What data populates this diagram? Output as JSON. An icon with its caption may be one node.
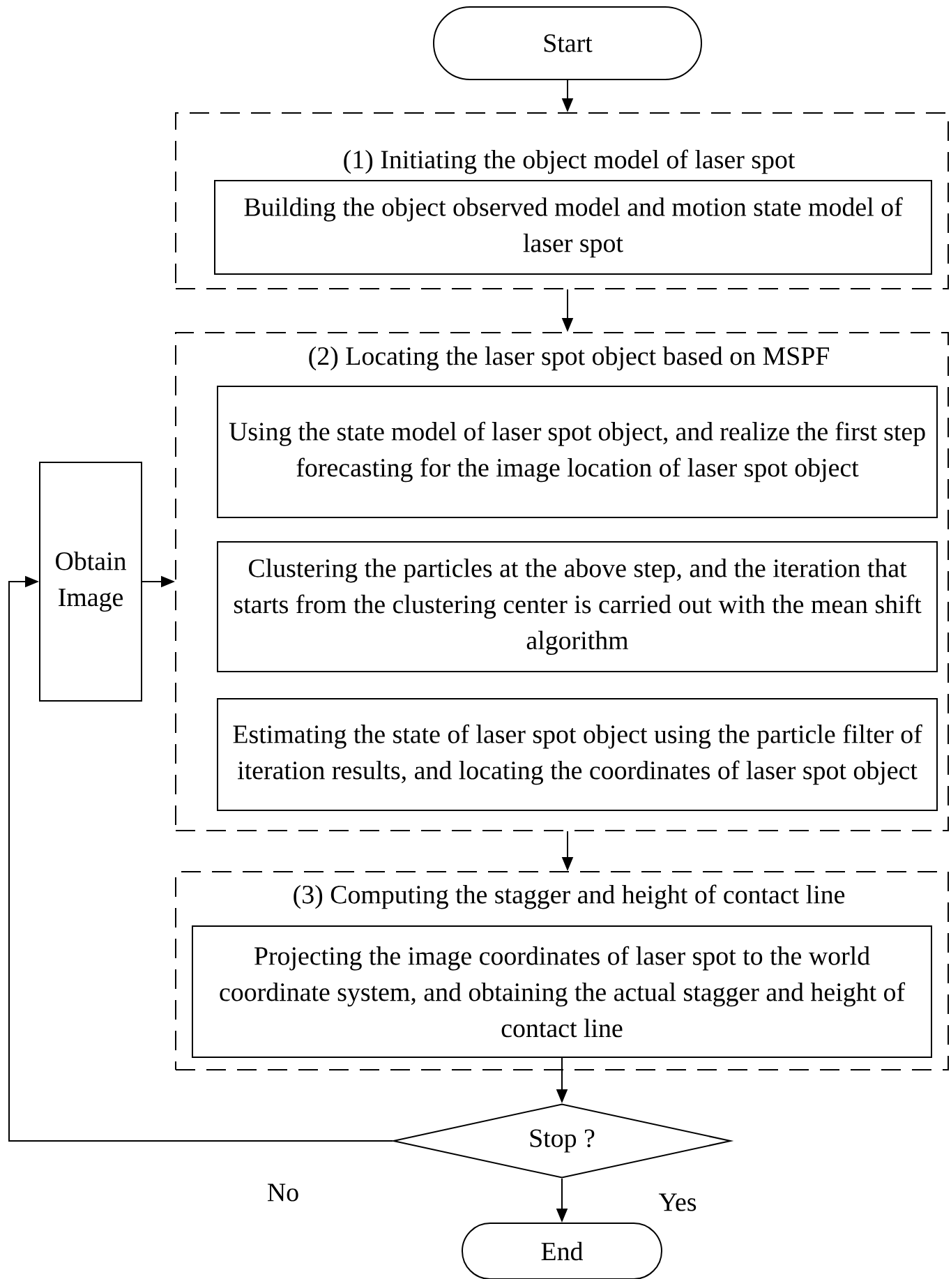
{
  "diagram": {
    "nodes": [
      {
        "text": [
          "Start"
        ]
      },
      {
        "text": [
          "(1) Initiating the object model of laser spot"
        ]
      },
      {
        "text": [
          "Building the object observed model and motion state model of laser spot"
        ],
        "in": 1
      },
      {
        "text": [
          "(2) Locating the laser spot object based on MSPF"
        ]
      },
      {
        "text": [
          "Using the state model of laser spot object, and realize the first step forecasting for the image location of laser spot object"
        ],
        "in": 3
      },
      {
        "text": [
          "Clustering the particles at the above step, and the iteration that starts from the clustering center is carried out with the mean shift algorithm"
        ],
        "in": 3
      },
      {
        "text": [
          "Estimating the state of laser spot object using the particle filter of iteration results, and locating the coordinates of laser spot object"
        ],
        "in": 3
      },
      {
        "text": [
          "(3) Computing the stagger and height of contact line"
        ]
      },
      {
        "text": [
          "Projecting the image coordinates of laser spot to the world coordinate system, and obtaining the actual stagger and height of contact line"
        ],
        "in": 7
      },
      {
        "text": [
          "Stop ?"
        ]
      },
      {
        "text": [
          "End"
        ]
      },
      {
        "text": [
          "Obtain Image"
        ]
      }
    ],
    "edges": [
      {
        "from": 0,
        "to": 1,
        "arrow": "to"
      },
      {
        "from": 1,
        "to": 3,
        "arrow": "to"
      },
      {
        "from": 3,
        "to": 7,
        "arrow": "to"
      },
      {
        "from": 8,
        "to": 9,
        "arrow": "to"
      },
      {
        "from": 9,
        "to": 10,
        "arrow": "to",
        "label": "Yes"
      },
      {
        "from": 9,
        "to": 11,
        "arrow": "to",
        "label": "No"
      },
      {
        "from": 11,
        "to": 3,
        "arrow": "to"
      }
    ]
  }
}
